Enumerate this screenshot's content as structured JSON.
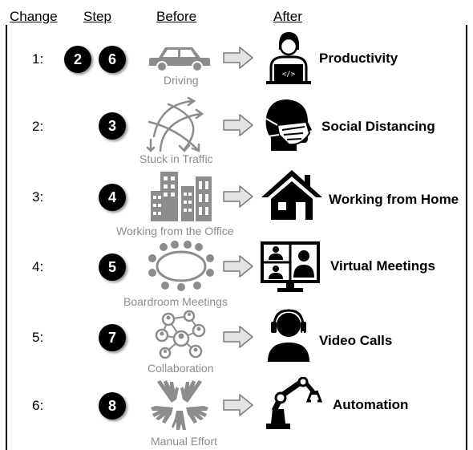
{
  "headers": {
    "change": "Change",
    "step": "Step",
    "before": "Before",
    "after": "After"
  },
  "rows": [
    {
      "change": "1:",
      "steps": [
        "2",
        "6"
      ],
      "before": "Driving",
      "after": "Productivity"
    },
    {
      "change": "2:",
      "steps": [
        "3"
      ],
      "before": "Stuck in Traffic",
      "after": "Social Distancing"
    },
    {
      "change": "3:",
      "steps": [
        "4"
      ],
      "before": "Working from the Office",
      "after": "Working from Home"
    },
    {
      "change": "4:",
      "steps": [
        "5"
      ],
      "before": "Boardroom Meetings",
      "after": "Virtual Meetings"
    },
    {
      "change": "5:",
      "steps": [
        "7"
      ],
      "before": "Collaboration",
      "after": "Video Calls"
    },
    {
      "change": "6:",
      "steps": [
        "8"
      ],
      "before": "Manual Effort",
      "after": "Automation"
    }
  ],
  "icons": {
    "before": [
      "car-icon",
      "traffic-arrows-icon",
      "office-buildings-icon",
      "boardroom-table-icon",
      "network-people-icon",
      "hands-circle-icon"
    ],
    "after": [
      "coder-laptop-icon",
      "masked-person-icon",
      "house-icon",
      "video-conference-icon",
      "headset-person-icon",
      "robot-arm-icon"
    ]
  },
  "colors": {
    "before_icon": "#8c8c8c",
    "after_icon": "#000000",
    "arrow_fill": "#e3e3e3",
    "arrow_stroke": "#7a7a7a"
  }
}
